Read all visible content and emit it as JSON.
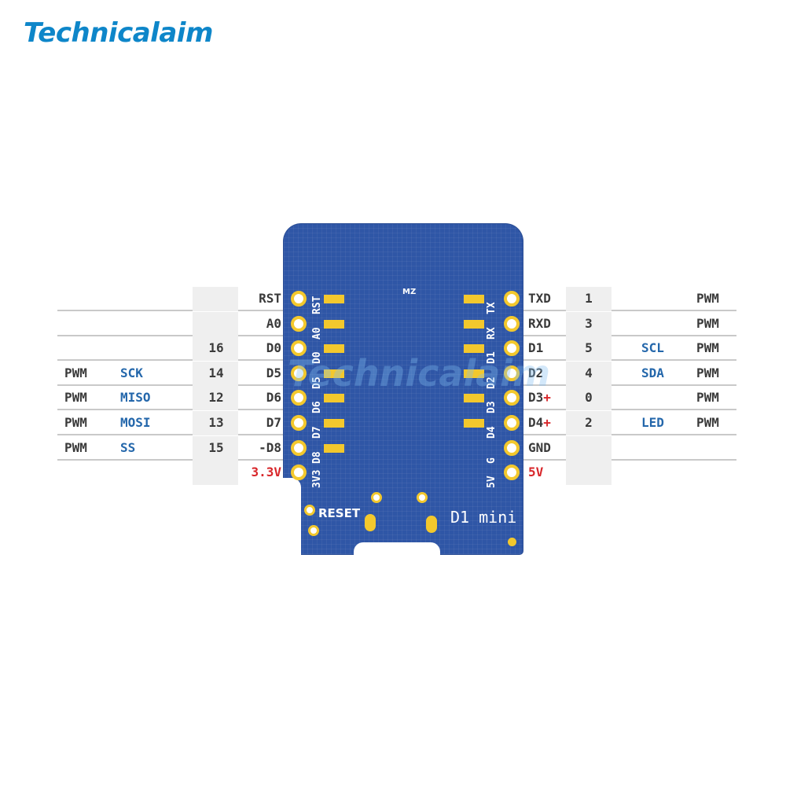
{
  "logo": "Technicalaim",
  "watermark": "Technicalaim",
  "board": {
    "name": "D1 mini",
    "reset_label": "RESET",
    "mark": "MZ",
    "left_pins": [
      "RST",
      "A0",
      "D0",
      "D5",
      "D6",
      "D7",
      "D8",
      "3V3"
    ],
    "right_pins": [
      "TX",
      "RX",
      "D1",
      "D2",
      "D3",
      "D4",
      "G",
      "5V"
    ]
  },
  "left_rows": [
    {
      "pin": "RST",
      "gpio": "",
      "func": "",
      "pwm": ""
    },
    {
      "pin": "A0",
      "gpio": "",
      "func": "",
      "pwm": ""
    },
    {
      "pin": "D0",
      "gpio": "16",
      "func": "",
      "pwm": ""
    },
    {
      "pin": "D5",
      "gpio": "14",
      "func": "SCK",
      "pwm": "PWM"
    },
    {
      "pin": "D6",
      "gpio": "12",
      "func": "MISO",
      "pwm": "PWM"
    },
    {
      "pin": "D7",
      "gpio": "13",
      "func": "MOSI",
      "pwm": "PWM"
    },
    {
      "pin": "-D8",
      "gpio": "15",
      "func": "SS",
      "pwm": "PWM"
    },
    {
      "pin": "3.3V",
      "gpio": "",
      "func": "",
      "pwm": ""
    }
  ],
  "right_rows": [
    {
      "pin": "TXD",
      "plus": "",
      "gpio": "1",
      "func": "",
      "pwm": "PWM"
    },
    {
      "pin": "RXD",
      "plus": "",
      "gpio": "3",
      "func": "",
      "pwm": "PWM"
    },
    {
      "pin": "D1",
      "plus": "",
      "gpio": "5",
      "func": "SCL",
      "pwm": "PWM"
    },
    {
      "pin": "D2",
      "plus": "",
      "gpio": "4",
      "func": "SDA",
      "pwm": "PWM"
    },
    {
      "pin": "D3",
      "plus": "+",
      "gpio": "0",
      "func": "",
      "pwm": "PWM"
    },
    {
      "pin": "D4",
      "plus": "+",
      "gpio": "2",
      "func": "LED",
      "pwm": "PWM"
    },
    {
      "pin": "GND",
      "plus": "",
      "gpio": "",
      "func": "",
      "pwm": ""
    },
    {
      "pin": "5V",
      "plus": "",
      "gpio": "",
      "func": "",
      "pwm": ""
    }
  ],
  "colors": {
    "board": "#2f56a6",
    "pad": "#f3c82d",
    "func_text": "#2467ab",
    "power_text": "#d8262a"
  }
}
